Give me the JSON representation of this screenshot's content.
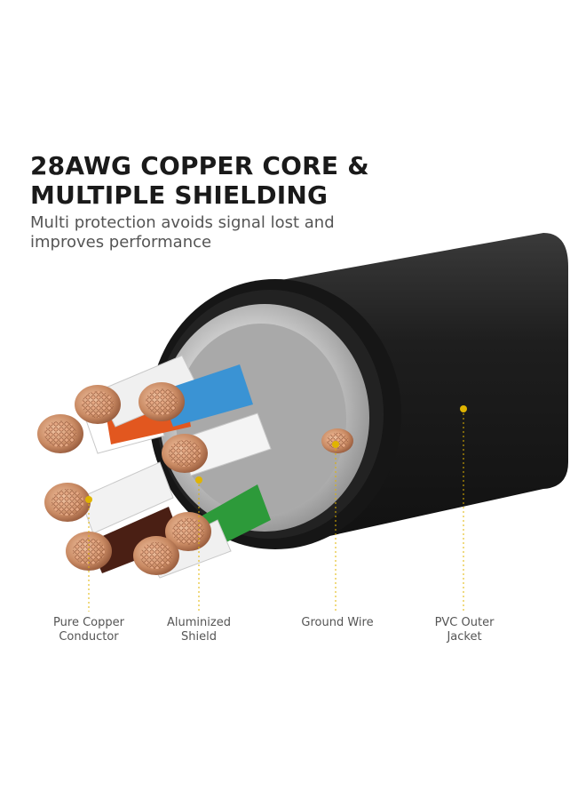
{
  "heading": {
    "line1": "28AWG COPPER CORE &",
    "line2": "MULTIPLE SHIELDING"
  },
  "subheading": {
    "line1": "Multi protection avoids signal lost and",
    "line2": "improves performance"
  },
  "callouts": [
    {
      "id": "copper",
      "line1": "Pure Copper",
      "line2": "Conductor"
    },
    {
      "id": "shield",
      "line1": "Aluminized",
      "line2": "Shield"
    },
    {
      "id": "ground",
      "line1": "Ground Wire",
      "line2": ""
    },
    {
      "id": "jacket",
      "line1": "PVC Outer",
      "line2": "Jacket"
    }
  ],
  "colors": {
    "jacket": "#1c1c1c",
    "copper": "#c98a63",
    "leader": "#e0b400",
    "wire_orange": "#e2571f",
    "wire_blue": "#3a93d4",
    "wire_green": "#2d9a3a",
    "wire_brown": "#4a1f14"
  }
}
